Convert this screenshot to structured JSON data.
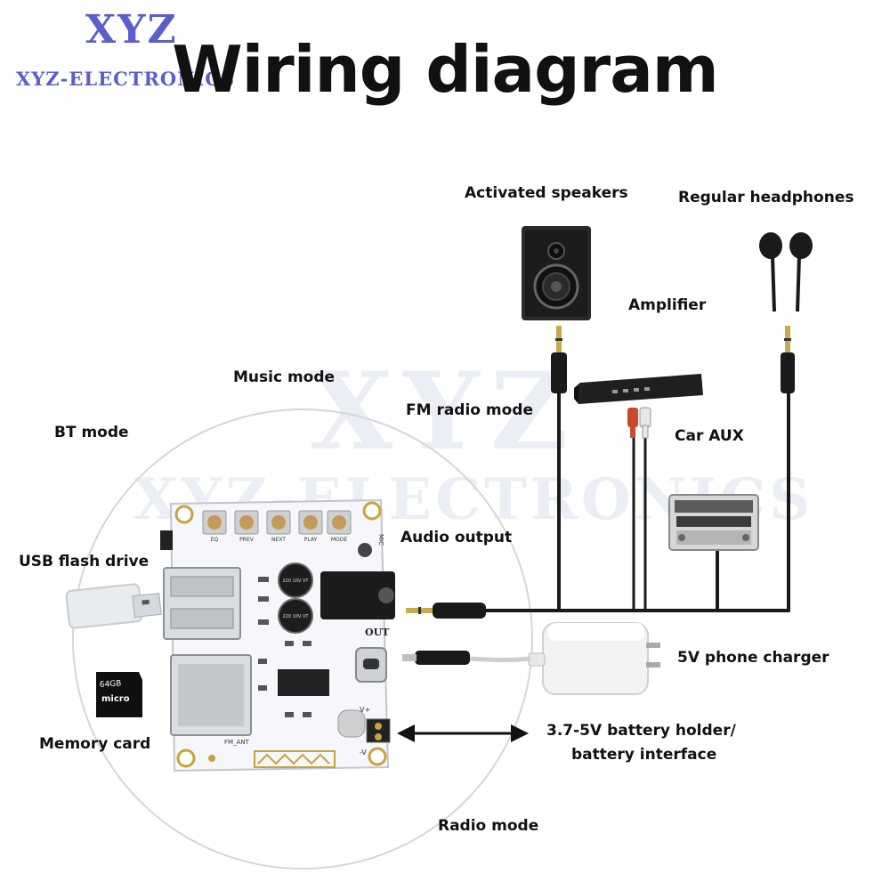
{
  "brand": {
    "logo": "XYZ",
    "sub": "XYZ-ELECTRONICS",
    "watermark_big": "XYZ",
    "watermark_sub": "XYZ-ELECTRONICS"
  },
  "title": "Wiring diagram",
  "labels": {
    "activated_speakers": "Activated speakers",
    "regular_headphones": "Regular headphones",
    "amplifier": "Amplifier",
    "music_mode": "Music mode",
    "fm_radio_mode": "FM radio mode",
    "bt_mode": "BT mode",
    "car_aux": "Car AUX",
    "usb_flash_drive": "USB flash drive",
    "audio_output": "Audio output",
    "phone_charger": "5V phone charger",
    "memory_card": "Memory card",
    "battery_line1": "3.7-5V battery holder/",
    "battery_line2": "battery interface",
    "radio_mode": "Radio mode"
  },
  "board": {
    "buttons": [
      "EQ",
      "PREV",
      "NEXT",
      "PLAY",
      "MODE"
    ],
    "mic": "MIC",
    "out": "OUT",
    "cap": "220 10V VT",
    "fm_ant": "FM_ANT",
    "vplus": "V+",
    "vminus": "-V"
  },
  "sd_card": {
    "capacity": "64GB",
    "brand": "micro"
  },
  "colors": {
    "board": "#f5f7fa",
    "cable": "#1a1a1a",
    "rca_red": "#c84a2a",
    "rca_white": "#e8e8e8",
    "logo": "#5b5fc7"
  }
}
